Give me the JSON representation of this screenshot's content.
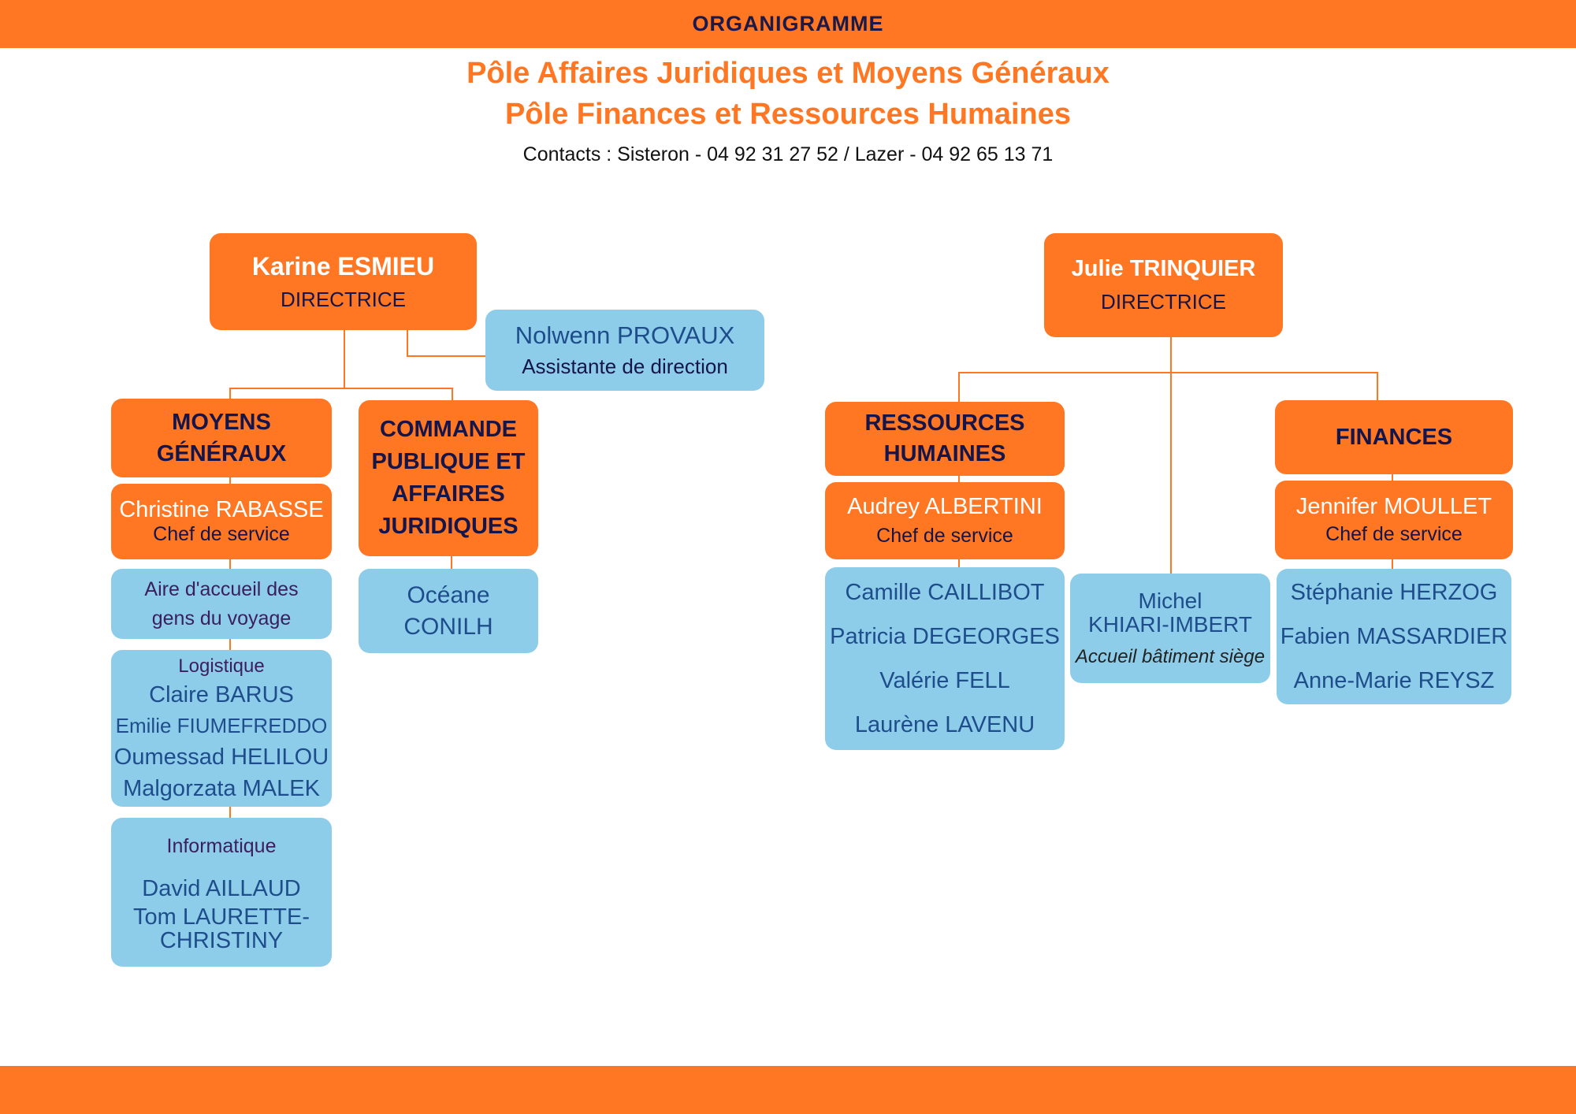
{
  "header": {
    "label": "ORGANIGRAMME"
  },
  "titles": {
    "line1": "Pôle Affaires Juridiques et Moyens Généraux",
    "line2": "Pôle Finances et Ressources Humaines",
    "contacts": "Contacts  : Sisteron - 04 92 31 27 52 / Lazer - 04 92 65 13 71"
  },
  "left": {
    "director": {
      "name": "Karine ESMIEU",
      "role": "DIRECTRICE"
    },
    "assistant": {
      "name": "Nolwenn PROVAUX",
      "role": "Assistante de direction"
    },
    "moyens": {
      "title1": "MOYENS",
      "title2": "GÉNÉRAUX",
      "chief": {
        "name": "Christine RABASSE",
        "role": "Chef de service"
      },
      "aire": {
        "line1": "Aire d'accueil des",
        "line2": "gens du voyage"
      },
      "logistique": {
        "label": "Logistique",
        "members": [
          "Claire BARUS",
          "Emilie FIUMEFREDDO",
          "Oumessad HELILOU",
          "Malgorzata MALEK"
        ]
      },
      "informatique": {
        "label": "Informatique",
        "members": [
          "David AILLAUD",
          "Tom LAURETTE-",
          "CHRISTINY"
        ]
      }
    },
    "commande": {
      "title": [
        "COMMANDE",
        "PUBLIQUE ET",
        "AFFAIRES",
        "JURIDIQUES"
      ],
      "members": [
        "Océane",
        "CONILH"
      ]
    }
  },
  "right": {
    "director": {
      "name": "Julie TRINQUIER",
      "role": "DIRECTRICE"
    },
    "rh": {
      "title1": "RESSOURCES",
      "title2": "HUMAINES",
      "chief": {
        "name": "Audrey ALBERTINI",
        "role": "Chef de service"
      },
      "members": [
        "Camille CAILLIBOT",
        "Patricia DEGEORGES",
        "Valérie FELL",
        "Laurène LAVENU"
      ]
    },
    "accueil": {
      "name1": "Michel",
      "name2": "KHIARI-IMBERT",
      "role": "Accueil bâtiment siège"
    },
    "finances": {
      "title": "FINANCES",
      "chief": {
        "name": "Jennifer MOULLET",
        "role": "Chef de service"
      },
      "members": [
        "Stéphanie HERZOG",
        "Fabien MASSARDIER",
        "Anne-Marie REYSZ"
      ]
    }
  },
  "colors": {
    "orange": "#ff7722",
    "blue": "#8ecde9",
    "navy": "#14154a",
    "text_blue": "#1e4d8c"
  }
}
